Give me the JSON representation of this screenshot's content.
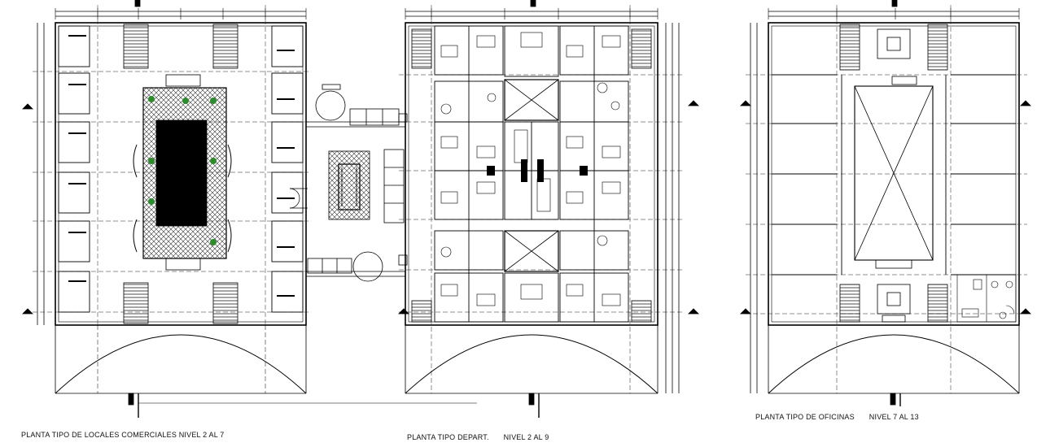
{
  "titles": {
    "commercial": "PLANTA TIPO DE LOCALES  COMERCIALES NIVEL 2 AL 7",
    "apartments_name": "PLANTA TIPO DEPART.",
    "apartments_level": "NIVEL 2 AL 9",
    "offices_name": "PLANTA TIPO DE OFICINAS",
    "offices_level": "NIVEL 7 AL 13"
  },
  "colors": {
    "ink": "#000000",
    "grid_line": "#222222",
    "plant": "#2e8b2e",
    "paper": "#ffffff"
  }
}
